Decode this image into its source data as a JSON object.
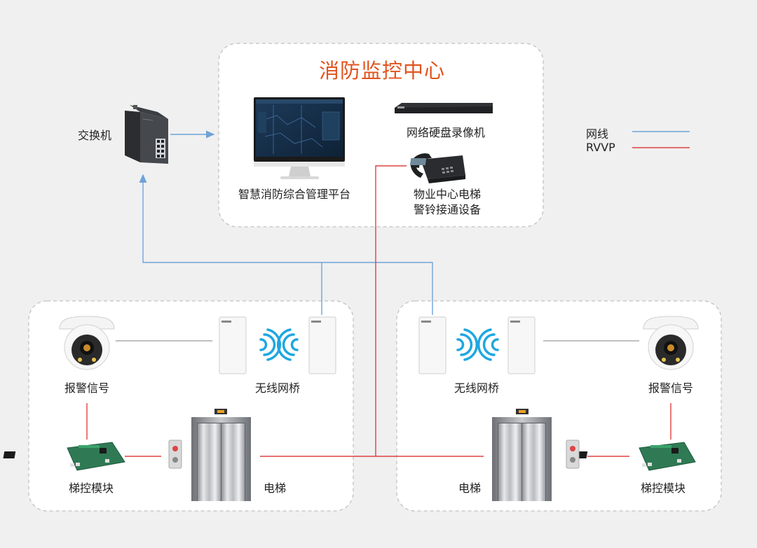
{
  "center": {
    "title": "消防监控中心"
  },
  "devices": {
    "switch": "交换机",
    "platform": "智慧消防综合管理平台",
    "nvr": "网络硬盘录像机",
    "phone_line1": "物业中心电梯",
    "phone_line2": "警铃接通设备"
  },
  "left_site": {
    "alarm": "报警信号",
    "bridge": "无线网桥",
    "controller": "梯控模块",
    "elevator": "电梯"
  },
  "right_site": {
    "alarm": "报警信号",
    "bridge": "无线网桥",
    "controller": "梯控模块",
    "elevator": "电梯"
  },
  "legend": [
    {
      "label": "网线",
      "color": "#6fa3d8"
    },
    {
      "label": "RVVP",
      "color": "#e04040"
    }
  ],
  "colors": {
    "title": "#e2531f",
    "network": "#6fa3d8",
    "rvvp": "#e04040"
  }
}
